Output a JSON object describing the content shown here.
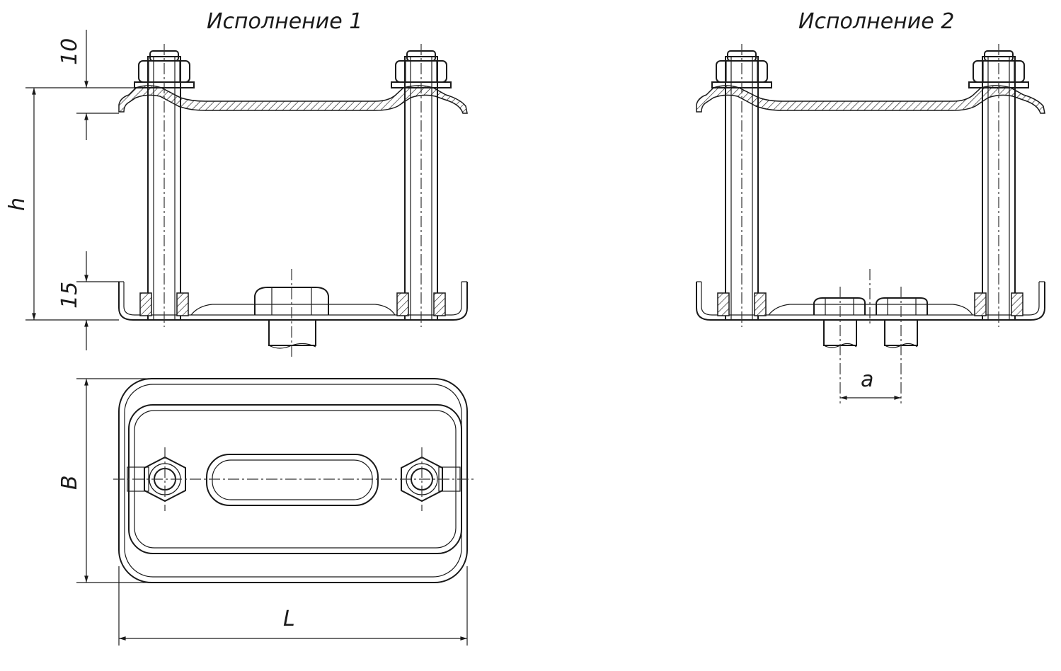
{
  "views": {
    "variant1_title": "Исполнение 1",
    "variant2_title": "Исполнение 2"
  },
  "dimensions": {
    "top_gap": "10",
    "height": "h",
    "bottom_gap": "15",
    "width": "B",
    "length": "L",
    "bolt_spacing": "a"
  }
}
